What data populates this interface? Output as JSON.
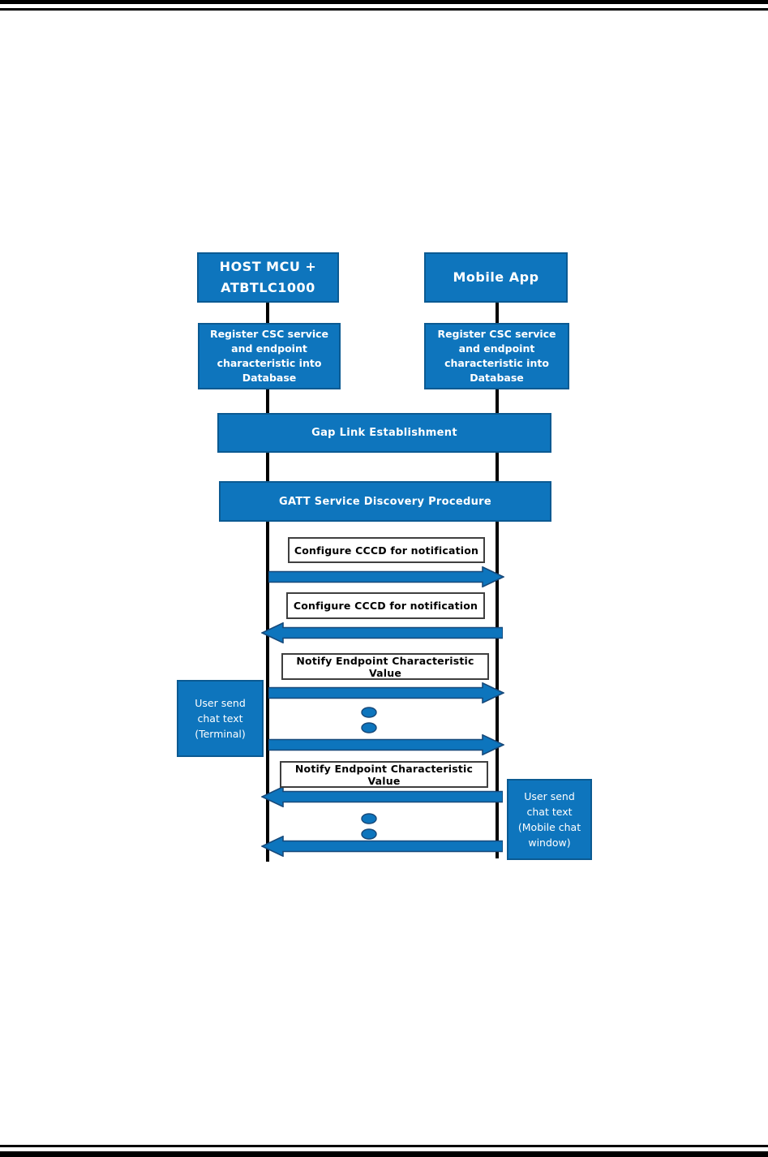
{
  "colors": {
    "box_fill": "#0e75bd",
    "box_border": "#0b5a92",
    "arrow_fill": "#0d75bd",
    "arrow_border": "#17497a",
    "lifeline": "#000000",
    "message_box_border": "#3f3f3f",
    "page_rule": "#000000"
  },
  "diagram": {
    "actors": [
      {
        "id": "host",
        "label": "HOST MCU +\nATBTLC1000"
      },
      {
        "id": "mobile",
        "label": "Mobile App"
      }
    ],
    "register_boxes": [
      {
        "label": "Register CSC service\nand endpoint\ncharacteristic into\nDatabase"
      },
      {
        "label": "Register CSC service\nand endpoint\ncharacteristic into\nDatabase"
      }
    ],
    "process_bars": [
      {
        "label": "Gap Link Establishment"
      },
      {
        "label": "GATT Service Discovery Procedure"
      }
    ],
    "messages": [
      {
        "label": "Configure CCCD for notification",
        "direction": "right"
      },
      {
        "label": "Configure CCCD for notification",
        "direction": "left"
      },
      {
        "label": "Notify Endpoint Characteristic Value",
        "direction": "right"
      },
      {
        "label": "Notify Endpoint Characteristic Value",
        "direction": "left"
      }
    ],
    "side_notes": [
      {
        "label": "User send\nchat text\n(Terminal)",
        "side": "left"
      },
      {
        "label": "User send\nchat text\n(Mobile chat\nwindow)",
        "side": "right"
      }
    ]
  }
}
